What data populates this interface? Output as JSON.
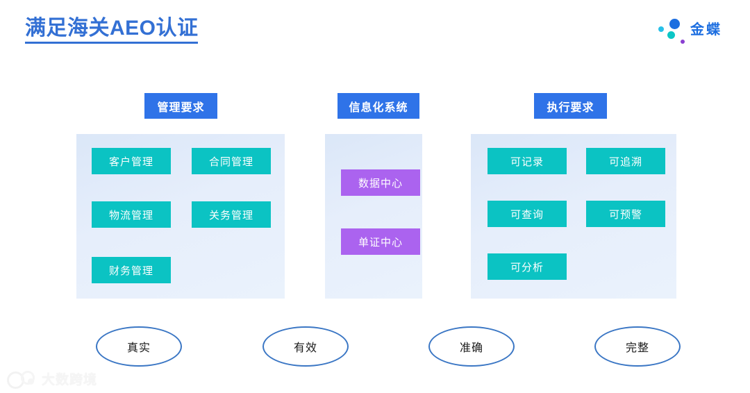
{
  "slide": {
    "title": "满足海关AEO认证",
    "title_color": "#3370d4",
    "background": "#ffffff"
  },
  "brand": {
    "name": "金蝶",
    "dot_colors": {
      "big": "#1c6ee0",
      "cyan": "#27c0e8",
      "teal": "#0cc6c6",
      "purple": "#8a3fd1"
    }
  },
  "columns": [
    {
      "id": "management",
      "header": "管理要求",
      "header_color": "#2f73e8",
      "panel_color": "#dbe7f8",
      "chip_color": "#0bc3c3",
      "items": [
        "客户管理",
        "合同管理",
        "物流管理",
        "关务管理",
        "财务管理"
      ]
    },
    {
      "id": "information-system",
      "header": "信息化系统",
      "header_color": "#2f73e8",
      "panel_color": "#dbe7f8",
      "chip_color": "#ab63ef",
      "items": [
        "数据中心",
        "单证中心"
      ]
    },
    {
      "id": "execution",
      "header": "执行要求",
      "header_color": "#2f73e8",
      "panel_color": "#dbe7f8",
      "chip_color": "#0bc3c3",
      "items": [
        "可记录",
        "可追溯",
        "可查询",
        "可预警",
        "可分析"
      ]
    }
  ],
  "outcomes": {
    "border_color": "#3a76c4",
    "items": [
      "真实",
      "有效",
      "准确",
      "完整"
    ]
  },
  "watermark": {
    "text": "大数跨境"
  }
}
